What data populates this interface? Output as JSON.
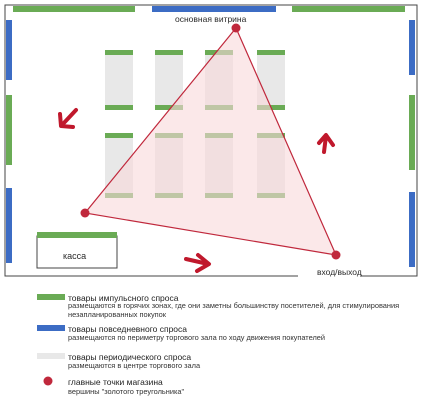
{
  "plan": {
    "showcase_label": "основная витрина",
    "cashier_label": "касса",
    "entrance_label": "вход/выход"
  },
  "legend": {
    "impulse": {
      "title": "товары импульсного спроса",
      "desc": "размещаются в горячих зонах, где они заметны большинству посетителей, для стимулирования незапланированных покупок"
    },
    "daily": {
      "title": "товары повседневного спроса",
      "desc": "размещаются по периметру торгового зала по ходу движения покупателей"
    },
    "periodic": {
      "title": "товары периодического спроса",
      "desc": "размещаются в центре торгового зала"
    },
    "main_points": {
      "title": "главные точки магазина",
      "desc": "вершины \"золотого треугольника\""
    }
  },
  "colors": {
    "impulse": "#6aab55",
    "daily": "#3c6cc4",
    "periodic": "#e8e8e8",
    "point": "#c0283c",
    "triangle_fill": "#f9d9da",
    "triangle_stroke": "#c0283c",
    "arrow": "#c0182c",
    "border": "#444444"
  }
}
